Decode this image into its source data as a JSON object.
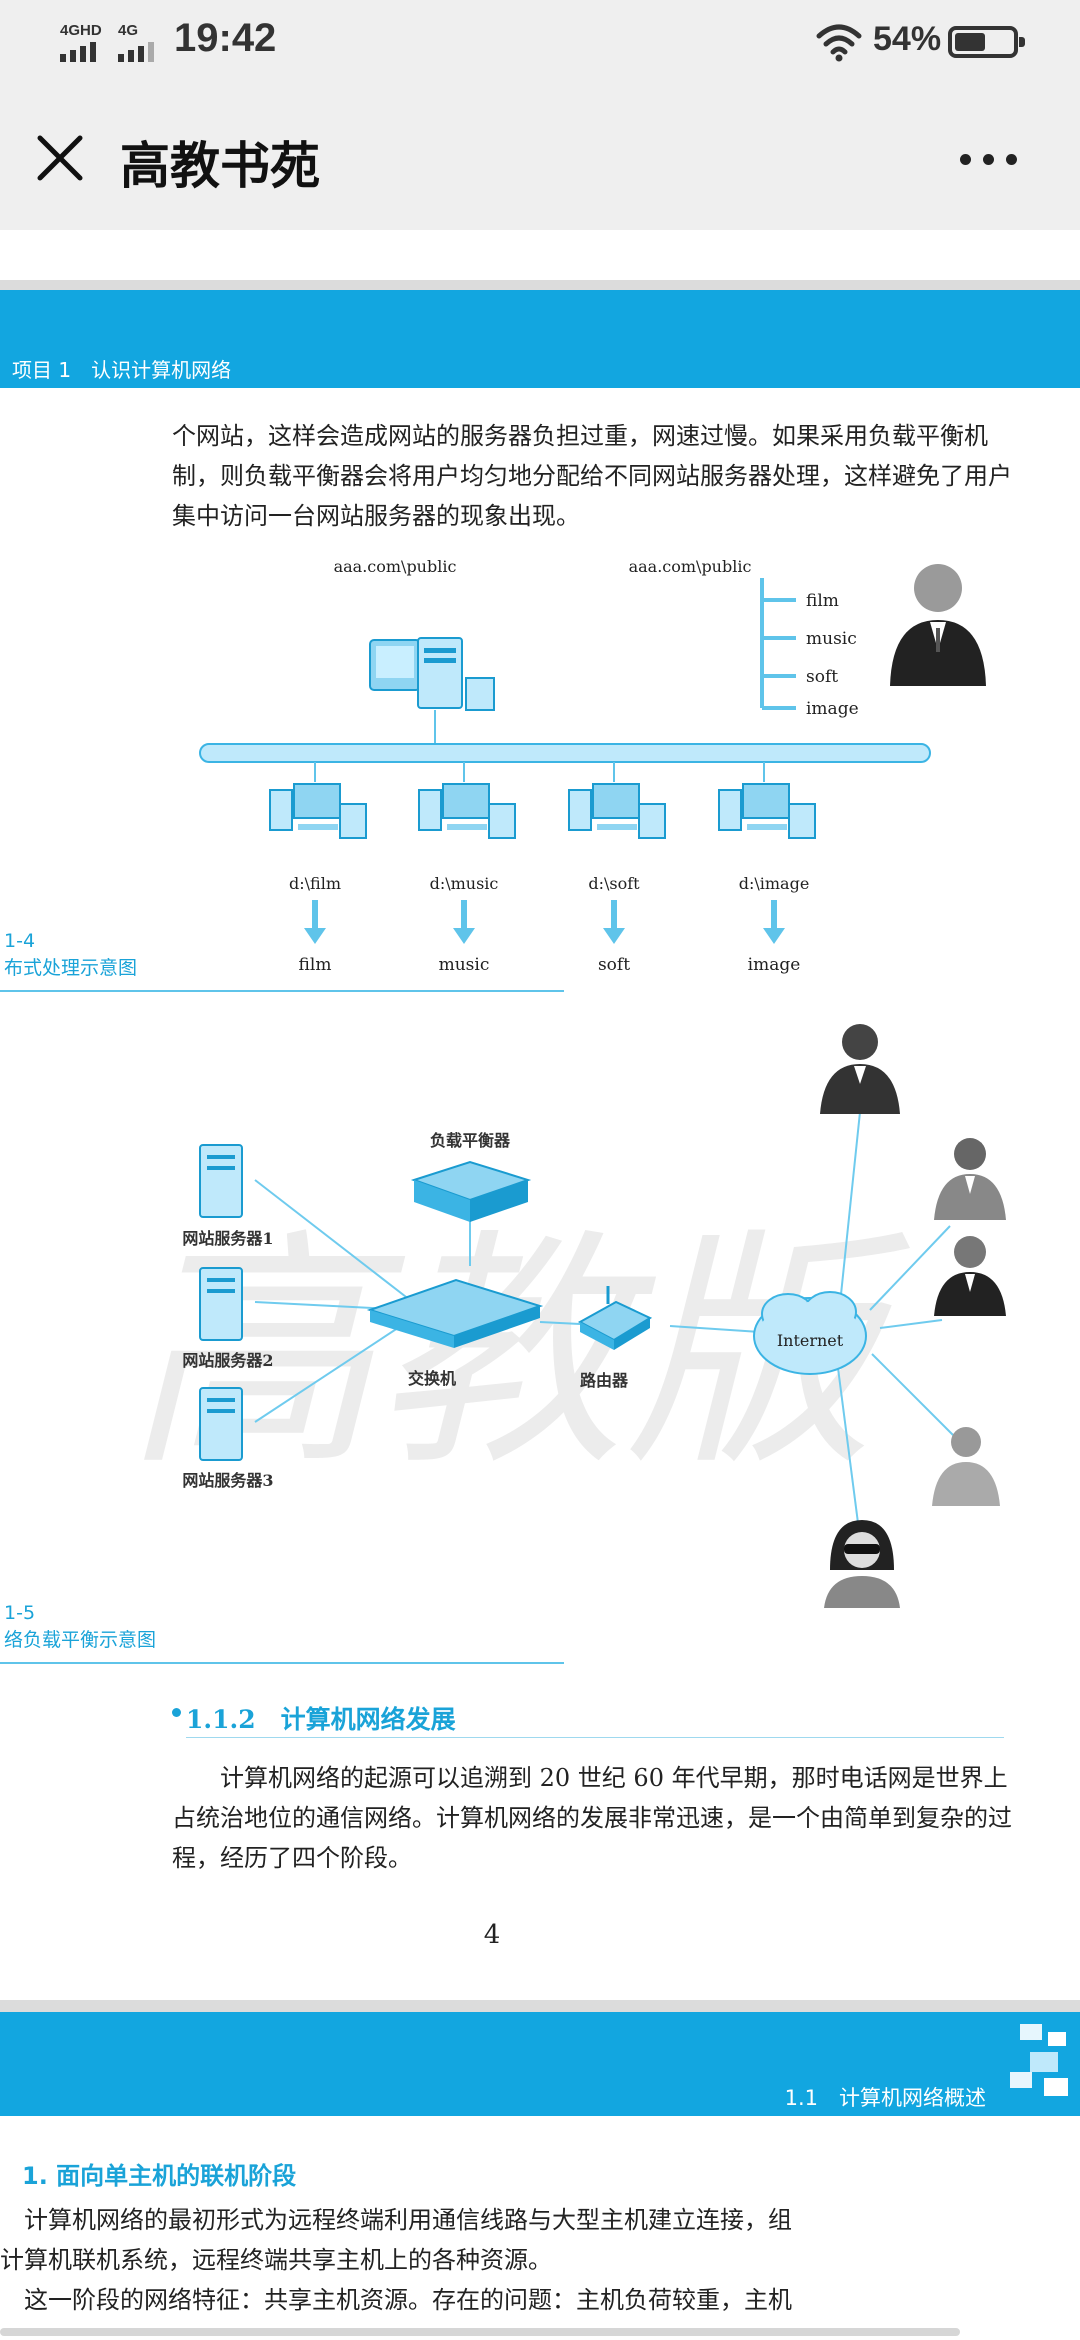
{
  "status_bar": {
    "network1": "4GHD",
    "network2": "4G",
    "time": "19:42",
    "battery_percent": "54%",
    "battery_level": 0.54
  },
  "app_bar": {
    "title": "高教书苑"
  },
  "page1": {
    "chapter_header": "项目 1　认识计算机网络",
    "intro_paragraph": "个网站，这样会造成网站的服务器负担过重，网速过慢。如果采用负载平衡机制，则负载平衡器会将用户均匀地分配给不同网站服务器处理，这样避免了用户集中访问一台网站服务器的现象出现。",
    "figure1": {
      "number": "1-4",
      "caption": "布式处理示意图",
      "path_left": "aaa.com\\public",
      "path_right": "aaa.com\\public",
      "folders": [
        "film",
        "music",
        "soft",
        "image"
      ],
      "node_paths": [
        "d:\\film",
        "d:\\music",
        "d:\\soft",
        "d:\\image"
      ],
      "node_outputs": [
        "film",
        "music",
        "soft",
        "image"
      ]
    },
    "figure2": {
      "number": "1-5",
      "caption": "络负载平衡示意图",
      "servers": [
        "网站服务器1",
        "网站服务器2",
        "网站服务器3"
      ],
      "balancer": "负载平衡器",
      "switch": "交换机",
      "router": "路由器",
      "internet": "Internet",
      "watermark": "高教版"
    },
    "section_title": "1.1.2　计算机网络发展",
    "section_paragraph": "计算机网络的起源可以追溯到 20 世纪 60 年代早期，那时电话网是世界上占统治地位的通信网络。计算机网络的发展非常迅速，是一个由简单到复杂的过程，经历了四个阶段。",
    "page_number": "4"
  },
  "page2": {
    "chapter_header": "1.1　计算机网络概述",
    "subsection_title": "1. 面向单主机的联机阶段",
    "lines": [
      "　计算机网络的最初形式为远程终端利用通信线路与大型主机建立连接，组",
      "计算机联机系统，远程终端共享主机上的各种资源。",
      "　这一阶段的网络特征：共享主机资源。存在的问题：主机负荷较重，主机"
    ]
  },
  "colors": {
    "accent": "#12a6e0",
    "accent_text": "#1aa3d8",
    "chrome": "#efefef"
  },
  "icons": {
    "close": "close-icon",
    "more": "more-icon",
    "wifi": "wifi-icon",
    "battery": "battery-icon"
  }
}
